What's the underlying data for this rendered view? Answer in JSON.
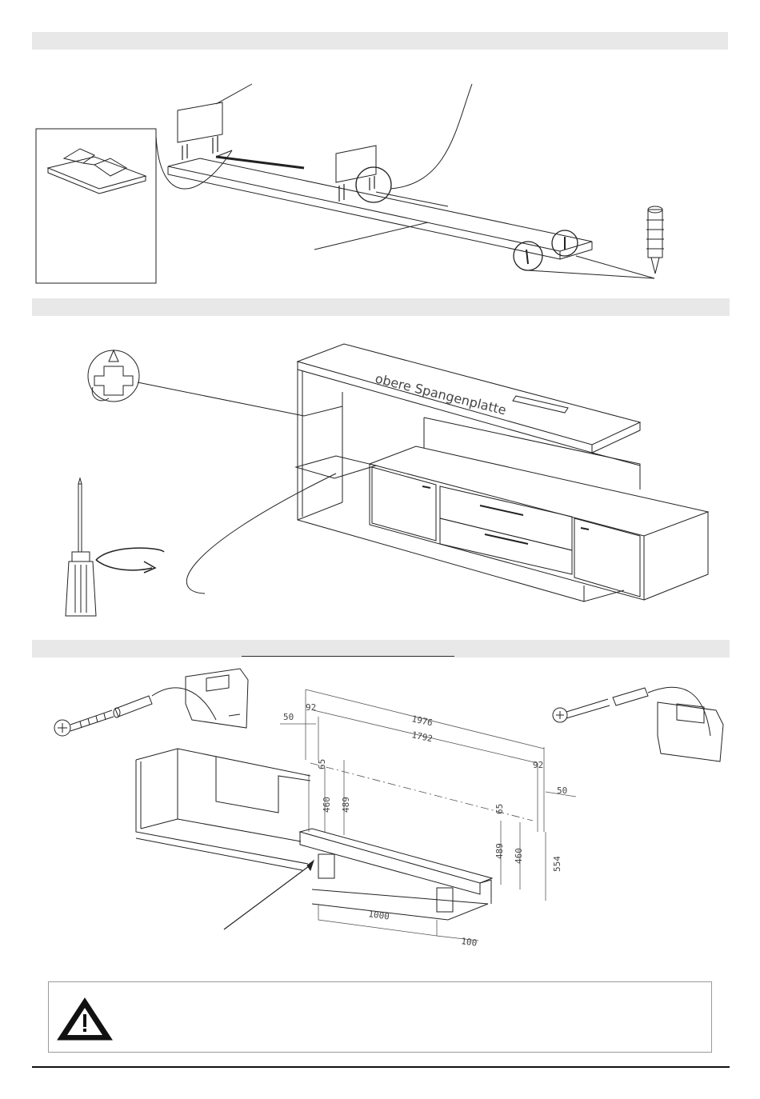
{
  "panels": {
    "step2": {
      "top_panel_label": "obere Spangenplatte"
    },
    "step3": {
      "dimensions": {
        "overall_width": "1976",
        "hole_spacing": "1792",
        "edge_offset_left": "50",
        "edge_offset_right": "50",
        "inset_left": "92",
        "inset_right": "92",
        "drop_left": "65",
        "drop_right": "65",
        "height_460_left": "460",
        "height_489_left": "489",
        "height_489_right": "489",
        "height_460_right": "460",
        "height_554": "554",
        "base_spacing": "1000",
        "base_offset": "100"
      }
    }
  },
  "warning": {
    "icon": "warning-triangle-icon"
  },
  "colors": {
    "band": "#e8e8e8",
    "line": "#222222",
    "frame": "#9a9a9a"
  }
}
